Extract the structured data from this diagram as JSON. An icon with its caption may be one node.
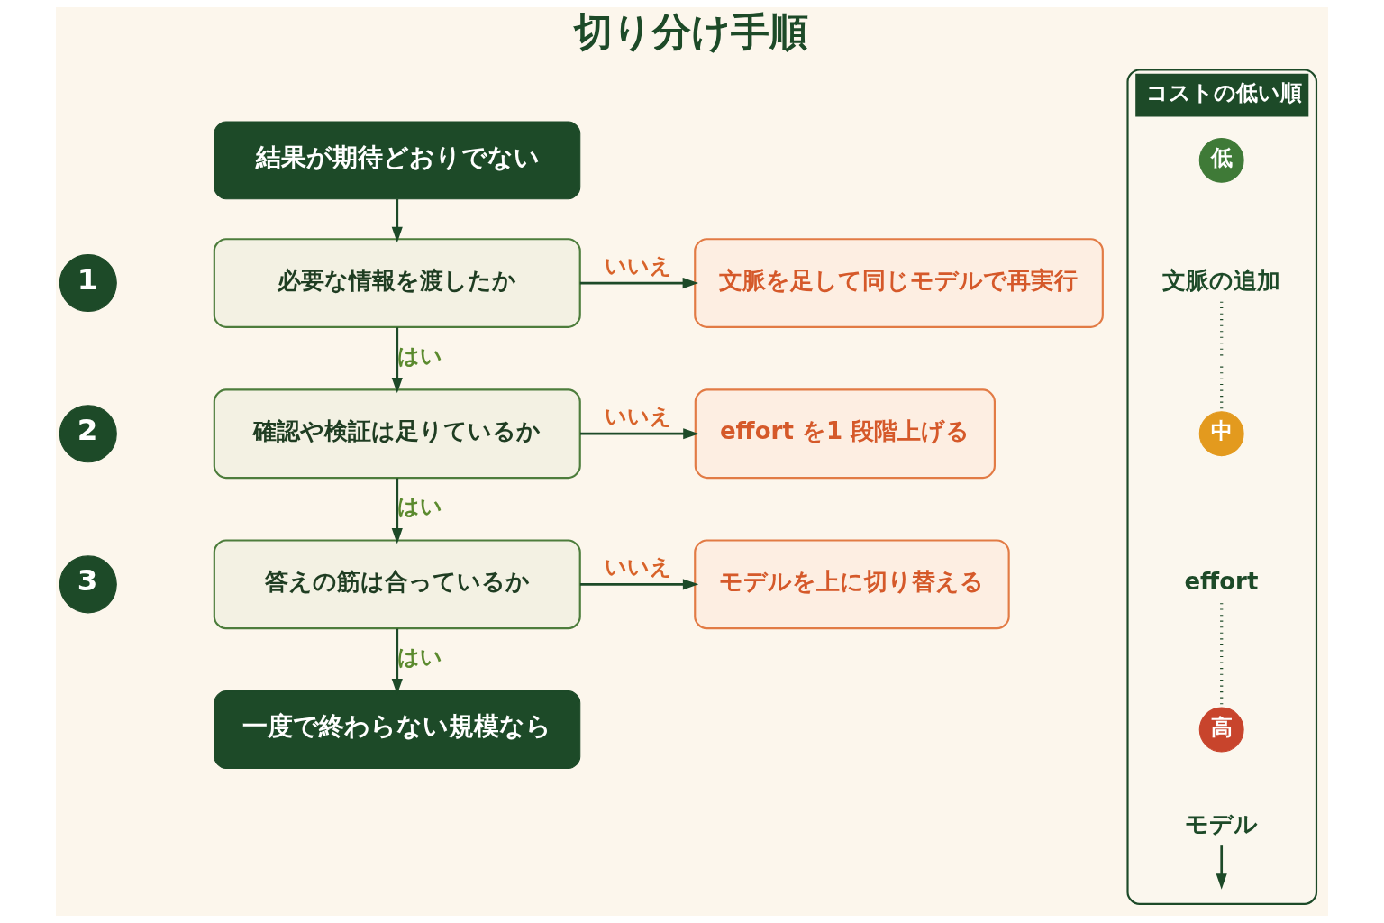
{
  "diagram": {
    "title": "切り分け手順",
    "nodes": [
      {
        "text": [
          "結果が期待どおりでない"
        ]
      },
      {
        "text": [
          "1"
        ]
      },
      {
        "text": [
          "必要な情報を渡したか"
        ]
      },
      {
        "text": [
          "文脈を足して同じモデルで再実行"
        ]
      },
      {
        "text": [
          "2"
        ]
      },
      {
        "text": [
          "確認や検証は足りているか"
        ]
      },
      {
        "text": [
          "effort を1 段階上げる"
        ]
      },
      {
        "text": [
          "3"
        ]
      },
      {
        "text": [
          "答えの筋は合っているか"
        ]
      },
      {
        "text": [
          "モデルを上に切り替える"
        ]
      },
      {
        "text": [
          "一度で終わらない規模なら"
        ]
      },
      {
        "text": [
          "コストの低い順"
        ]
      },
      {
        "text": [
          "低"
        ],
        "in": 11
      },
      {
        "text": [
          "文脈の追加"
        ],
        "in": 11
      },
      {
        "text": [
          "中"
        ],
        "in": 11
      },
      {
        "text": [
          "effort"
        ],
        "in": 11
      },
      {
        "text": [
          "高"
        ],
        "in": 11
      },
      {
        "text": [
          "モデル"
        ],
        "in": 11
      }
    ],
    "edges": [
      {
        "from": 0,
        "to": 2,
        "arrow": "to"
      },
      {
        "from": 2,
        "to": 3,
        "arrow": "to",
        "label": "いいえ"
      },
      {
        "from": 2,
        "to": 5,
        "arrow": "to",
        "label": "はい"
      },
      {
        "from": 5,
        "to": 6,
        "arrow": "to",
        "label": "いいえ"
      },
      {
        "from": 5,
        "to": 8,
        "arrow": "to",
        "label": "はい"
      },
      {
        "from": 8,
        "to": 9,
        "arrow": "to",
        "label": "いいえ"
      },
      {
        "from": 8,
        "to": 10,
        "arrow": "to",
        "label": "はい"
      },
      {
        "from": 13,
        "to": 14,
        "arrow": "none",
        "style": "dashed"
      },
      {
        "from": 15,
        "to": 16,
        "arrow": "none",
        "style": "dashed"
      },
      {
        "from": 17,
        "to": null,
        "arrow": "to"
      }
    ]
  }
}
